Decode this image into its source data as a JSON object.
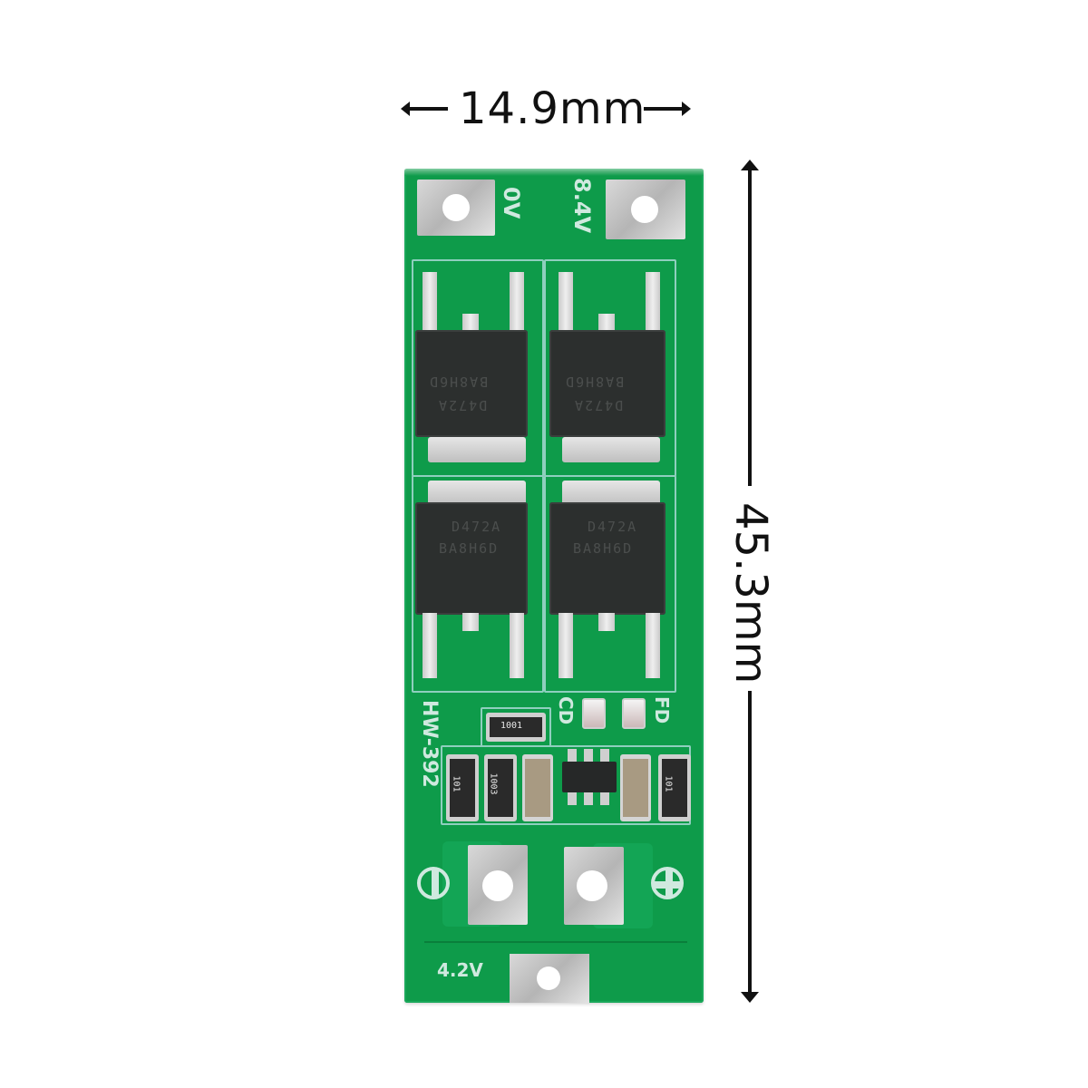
{
  "dimensions": {
    "width_label": "14.9mm",
    "height_label": "45.3mm"
  },
  "pcb": {
    "board_color": "#0e9b4a",
    "model_label": "HW-392",
    "terminals": {
      "top_left": "0V",
      "top_right": "8.4V",
      "bottom": "4.2V"
    },
    "indicators": {
      "left": "CD",
      "right": "FD"
    },
    "polarity": {
      "left_icon": "minus-icon",
      "right_icon": "plus-icon"
    },
    "mosfets": [
      {
        "marking_line1": "D472A",
        "marking_line2": "BA8H6D"
      },
      {
        "marking_line1": "D472A",
        "marking_line2": "BA8H6D"
      },
      {
        "marking_line1": "D472A",
        "marking_line2": "BA8H6D"
      },
      {
        "marking_line1": "D472A",
        "marking_line2": "BA8H6D"
      }
    ],
    "smd_components": {
      "top_resistor": "1001",
      "r1": "101",
      "r2": "1003",
      "r3": "101"
    }
  }
}
